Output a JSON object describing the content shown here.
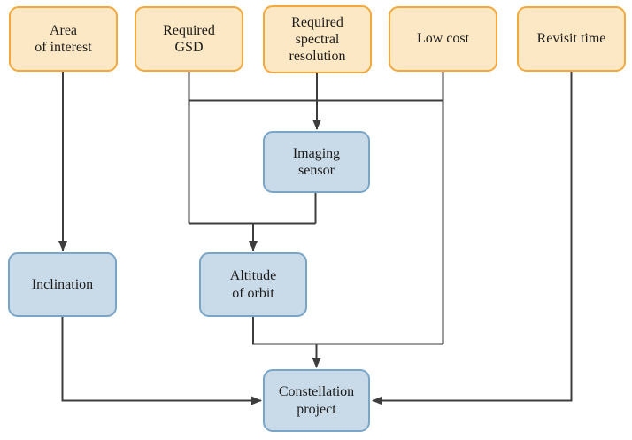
{
  "diagram": {
    "type": "flowchart",
    "colors": {
      "background": "#ffffff",
      "requirement_fill": "#fce8c4",
      "requirement_border": "#f2a83c",
      "design_fill": "#c9dae8",
      "design_border": "#78a5c8",
      "connector": "#3d3d3d"
    },
    "nodes": {
      "area_of_interest": {
        "label": "Area\nof interest",
        "kind": "requirement"
      },
      "required_gsd": {
        "label": "Required\nGSD",
        "kind": "requirement"
      },
      "required_spectral_resolution": {
        "label": "Required\nspectral\nresolution",
        "kind": "requirement"
      },
      "low_cost": {
        "label": "Low cost",
        "kind": "requirement"
      },
      "revisit_time": {
        "label": "Revisit time",
        "kind": "requirement"
      },
      "imaging_sensor": {
        "label": "Imaging\nsensor",
        "kind": "design"
      },
      "inclination": {
        "label": "Inclination",
        "kind": "design"
      },
      "altitude_of_orbit": {
        "label": "Altitude\nof orbit",
        "kind": "design"
      },
      "constellation_project": {
        "label": "Constellation\nproject",
        "kind": "design"
      }
    },
    "edges": [
      {
        "from": "area_of_interest",
        "to": "inclination"
      },
      {
        "from": "required_gsd",
        "to": "imaging_sensor"
      },
      {
        "from": "required_spectral_resolution",
        "to": "imaging_sensor"
      },
      {
        "from": "low_cost",
        "to": "imaging_sensor"
      },
      {
        "from": "required_gsd",
        "to": "altitude_of_orbit"
      },
      {
        "from": "imaging_sensor",
        "to": "altitude_of_orbit"
      },
      {
        "from": "altitude_of_orbit",
        "to": "constellation_project"
      },
      {
        "from": "low_cost",
        "to": "constellation_project"
      },
      {
        "from": "inclination",
        "to": "constellation_project"
      },
      {
        "from": "revisit_time",
        "to": "constellation_project"
      }
    ]
  }
}
